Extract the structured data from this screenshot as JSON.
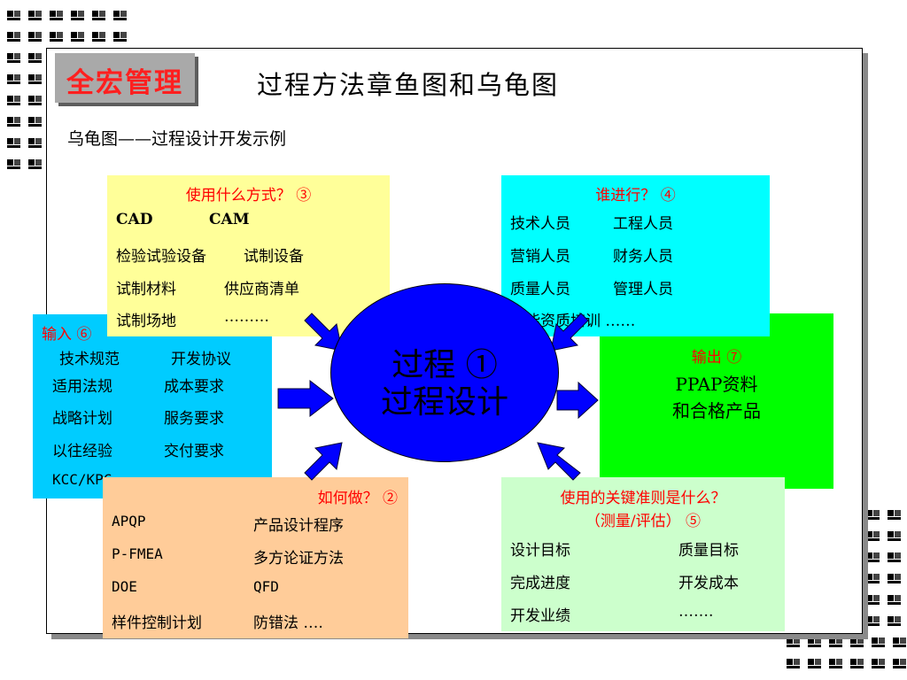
{
  "brand": {
    "label": "全宏管理"
  },
  "title": "过程方法章鱼图和乌龟图",
  "subtitle": "乌龟图——过程设计开发示例",
  "process": {
    "line1": "过程 ①",
    "line2": "过程设计"
  },
  "how_method": {
    "heading": "使用什么方式？ ③",
    "rows": [
      [
        "CAD",
        "CAM"
      ],
      [
        "检验试验设备",
        "试制设备"
      ],
      [
        "试制材料",
        "供应商清单"
      ],
      [
        "试制场地",
        "………"
      ]
    ]
  },
  "who": {
    "heading": "谁进行？ ④",
    "rows": [
      [
        "技术人员",
        "工程人员"
      ],
      [
        "营销人员",
        "财务人员"
      ],
      [
        "质量人员",
        "管理人员"
      ]
    ],
    "last": "技能资质培训 ……"
  },
  "input": {
    "heading": "输入 ⑥",
    "rows": [
      [
        "技术规范",
        "开发协议"
      ],
      [
        "适用法规",
        "成本要求"
      ],
      [
        "战略计划",
        "服务要求"
      ],
      [
        "以往经验",
        "交付要求"
      ]
    ],
    "last": "KCC/KPC"
  },
  "output": {
    "heading": "输出 ⑦",
    "line1": "PPAP资料",
    "line2": "和合格产品"
  },
  "how_do": {
    "heading": "如何做？ ②",
    "rows": [
      [
        "APQP",
        "产品设计程序"
      ],
      [
        "P-FMEA",
        "多方论证方法"
      ],
      [
        "DOE",
        "QFD"
      ],
      [
        "样件控制计划",
        "防错法 …."
      ]
    ]
  },
  "criteria": {
    "heading1": "使用的关键准则是什么？",
    "heading2": "（测量/评估） ⑤",
    "rows": [
      [
        "设计目标",
        "质量目标"
      ],
      [
        "完成进度",
        "开发成本"
      ],
      [
        "开发业绩",
        "……."
      ]
    ]
  },
  "colors": {
    "yellow": "#ffff99",
    "cyan": "#00ffff",
    "input_blue": "#00ccff",
    "green": "#00ff00",
    "orange": "#ffcc99",
    "light_green": "#ccffcc",
    "process_blue": "#0000ff",
    "accent_red": "#ff0000"
  }
}
